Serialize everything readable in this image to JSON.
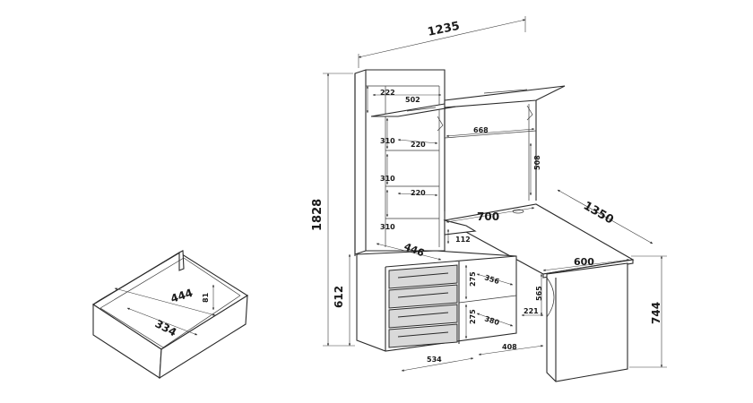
{
  "diagram": {
    "main_labels": {
      "width_total": "1235",
      "height_total": "1828",
      "corner_depth": "1350",
      "lower_height": "612",
      "table_height": "744",
      "shelf_depth": "222",
      "top_panel": "502",
      "upper_shelf": "668",
      "gap_1": "310",
      "gap_2": "310",
      "gap_3": "310",
      "inner_1": "220",
      "inner_2": "220",
      "upper_height": "508",
      "desk_width": "700",
      "cabinet_depth": "446",
      "plinth": "112",
      "desk_600": "600",
      "cab_275a": "275",
      "cab_275b": "275",
      "cab_356": "356",
      "cab_380": "380",
      "leg_565": "565",
      "leg_221": "221",
      "base_534": "534",
      "base_408": "408"
    },
    "drawer_labels": {
      "length": "444",
      "width": "334",
      "height": "81"
    }
  }
}
